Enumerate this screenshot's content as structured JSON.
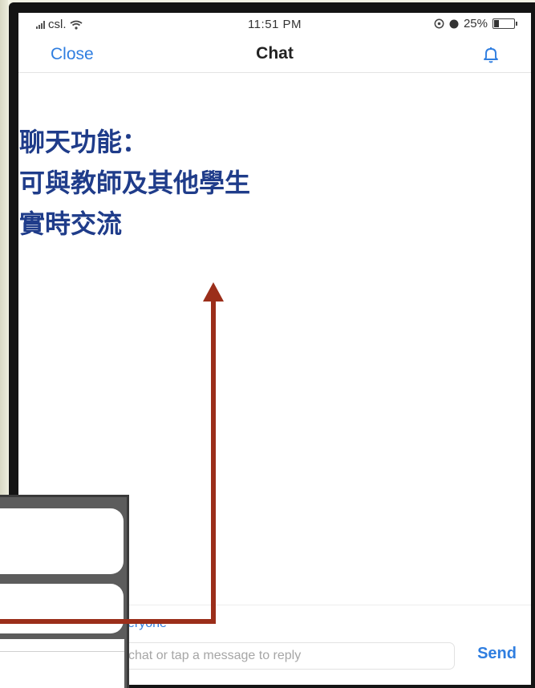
{
  "status_bar": {
    "carrier": "csl.",
    "time": "11:51 PM",
    "battery_text": "25%",
    "battery_level": 0.25,
    "icons": [
      "signal-icon",
      "wifi-icon",
      "location-icon",
      "moon-icon",
      "battery-icon"
    ]
  },
  "nav": {
    "close_label": "Close",
    "title": "Chat",
    "bell_icon": "bell-icon"
  },
  "annotation": {
    "line1": "聊天功能：",
    "line2": "可與教師及其他學生",
    "line3": "實時交流"
  },
  "compose": {
    "recipient_label": "veryone",
    "input_placeholder": "chat or tap a message to reply",
    "send_label": "Send"
  },
  "colors": {
    "accent": "#2f7ee0",
    "annotation_text": "#1f3c8a",
    "arrow": "#9b2e1a"
  }
}
